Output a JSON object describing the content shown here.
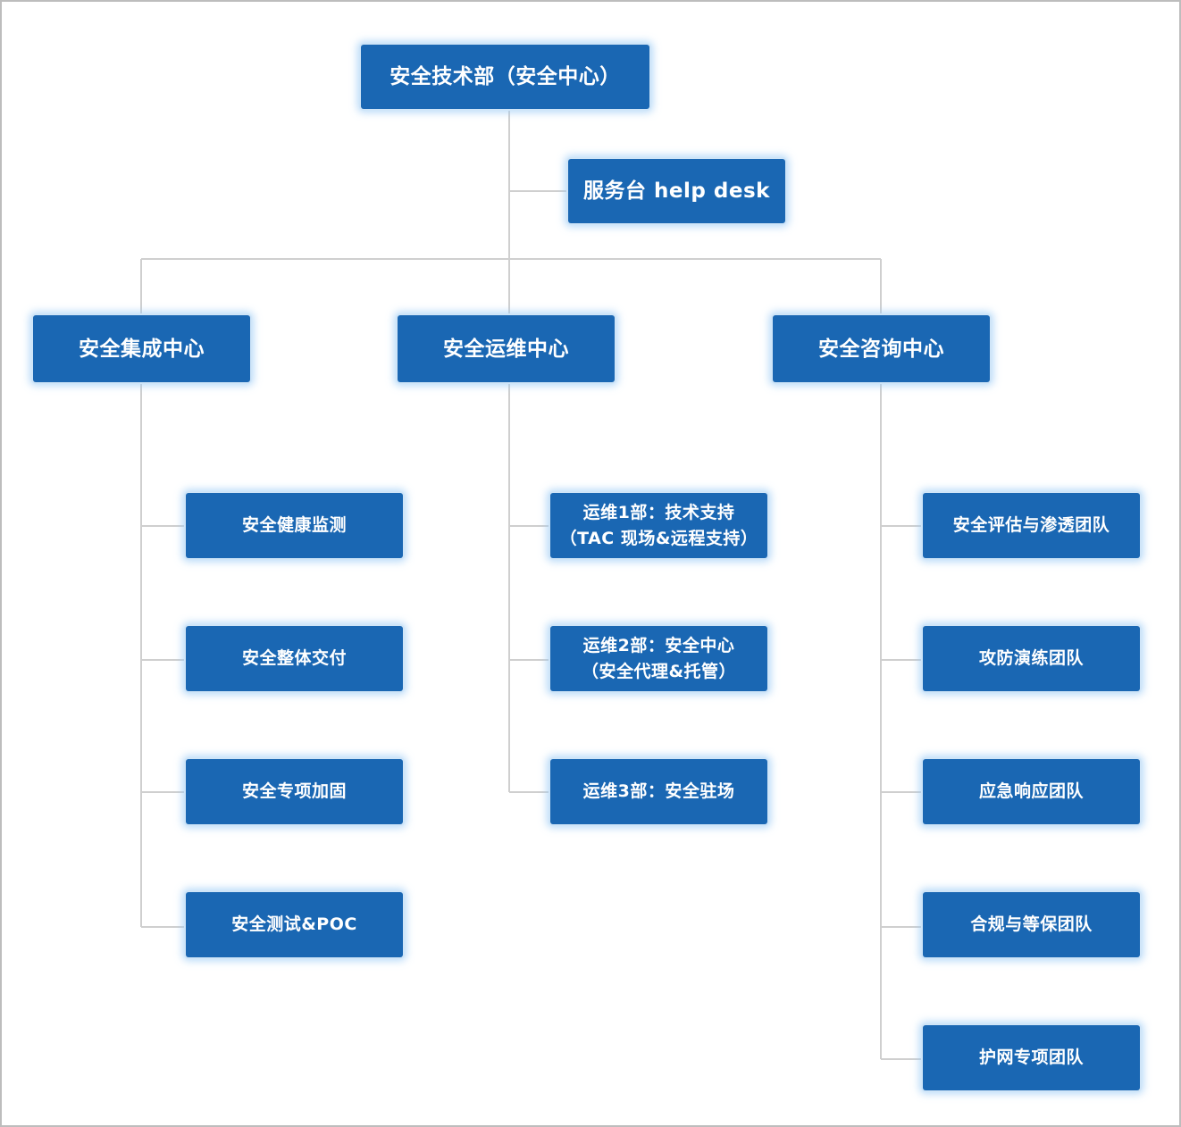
{
  "root": {
    "label": "安全技术部（安全中心）"
  },
  "service_desk": {
    "label": "服务台 help desk"
  },
  "centers": [
    {
      "label": "安全集成中心",
      "teams": [
        "安全健康监测",
        "安全整体交付",
        "安全专项加固",
        "安全测试&POC"
      ]
    },
    {
      "label": "安全运维中心",
      "teams": [
        {
          "line1": "运维1部：技术支持",
          "line2": "（TAC 现场&远程支持）"
        },
        {
          "line1": "运维2部：安全中心",
          "line2": "（安全代理&托管）"
        },
        {
          "line1": "运维3部：安全驻场",
          "line2": ""
        }
      ]
    },
    {
      "label": "安全咨询中心",
      "teams": [
        "安全评估与渗透团队",
        "攻防演练团队",
        "应急响应团队",
        "合规与等保团队",
        "护网专项团队"
      ]
    }
  ],
  "colors": {
    "node_fill": "#1a67b3",
    "node_text": "#ffffff",
    "connector": "#cfcfcf",
    "frame": "#bdbdbd"
  }
}
